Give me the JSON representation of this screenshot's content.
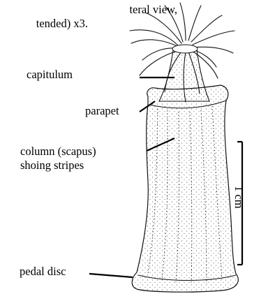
{
  "caption": {
    "line1": "teral view,",
    "line2": "tended) x3."
  },
  "labels": {
    "capitulum": "capitulum",
    "parapet": "parapet",
    "column_line1": "column (scapus)",
    "column_line2": "shoing stripes",
    "pedal_disc": "pedal disc"
  },
  "scale_bar": {
    "label": "1 cm"
  }
}
